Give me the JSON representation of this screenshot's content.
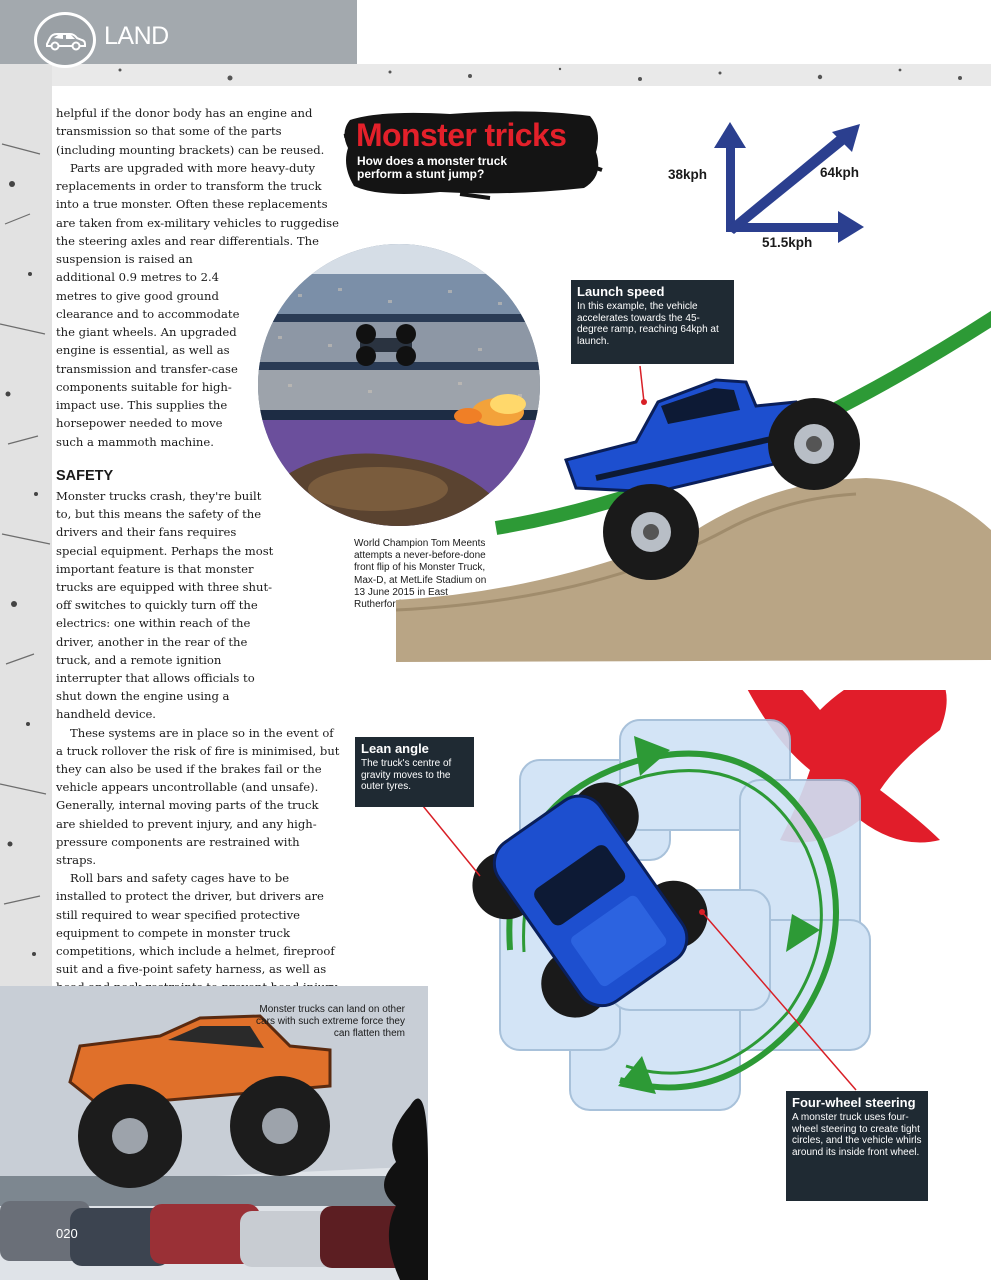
{
  "header": {
    "section_title": "LAND",
    "icon": "car-icon",
    "bar_color": "#a3a9ae"
  },
  "article": {
    "paragraphs_1": [
      "helpful if the donor body has an engine and transmission so that some of the parts (including mounting brackets) can be reused.",
      "Parts are upgraded with more heavy-duty replacements in order to transform the truck into a true monster. Often these replacements are taken from ex-military vehicles to ruggedise the steering axles and rear differentials. The"
    ],
    "paragraph_narrow": "suspension is raised an additional 0.9 metres to 2.4 metres to give good ground clearance and to accommodate the giant wheels. An upgraded engine is essential, as well as transmission and transfer-case components suitable for high-impact use. This supplies the horsepower needed to move such a mammoth machine.",
    "safety_heading": "SAFETY",
    "paragraphs_2": [
      "Monster trucks crash, they're built to, but this means the safety of the drivers and their fans requires special equipment. Perhaps the most important feature is that monster trucks are equipped with three shut-off switches to quickly turn off the electrics: one within reach of the driver, another in the rear of the truck, and a remote ignition interrupter that allows officials to shut down the engine using a handheld device.",
      "These systems are in place so in the event of a truck rollover the risk of fire is minimised, but they can also be used if the brakes fail or the vehicle appears uncontrollable (and unsafe). Generally, internal moving parts of the truck are shielded to prevent injury, and any high-pressure components are restrained with straps.",
      "Roll bars and safety cages have to be installed to protect the driver, but drivers are still required to wear specified protective equipment to compete in monster truck competitions, which include a helmet, fireproof suit and a five-point safety harness, as well as head and neck restraints to prevent head injury. Most drivers sit in the centre of the cab, which is shielded with a polycarbonate screen to protect them from stones, mud or debris from the track."
    ]
  },
  "feature": {
    "title": "Monster tricks",
    "subtitle": "How does a monster truck perform a stunt jump?",
    "title_color": "#e3202a",
    "speeds": {
      "vertical": "38kph",
      "diagonal": "64kph",
      "horizontal": "51.5kph",
      "arrow_color": "#2b3f8f"
    },
    "stadium_caption": "World Champion Tom Meents attempts a never-before-done front flip of his Monster Truck, Max-D, at MetLife Stadium on 13 June 2015 in East Rutherford, New Jersey",
    "callouts": {
      "launch": {
        "title": "Launch speed",
        "body": "In this example, the vehicle accelerates towards the 45-degree ramp, reaching 64kph at launch."
      },
      "lean": {
        "title": "Lean angle",
        "body": "The truck's centre of gravity moves to the outer tyres."
      },
      "steering": {
        "title": "Four-wheel steering",
        "body": "A monster truck uses four-wheel steering to create tight circles, and the vehicle whirls around its inside front wheel."
      }
    },
    "bottom_caption": "Monster trucks can land on other cars with such extreme force they can flatten them",
    "page_number": "020"
  },
  "colors": {
    "callout_bg": "#1f2a33",
    "ramp_green": "#2d9a36",
    "truck_blue": "#1d4fcf",
    "splat_red": "#e11d2a",
    "dirt": "#b9a585"
  }
}
